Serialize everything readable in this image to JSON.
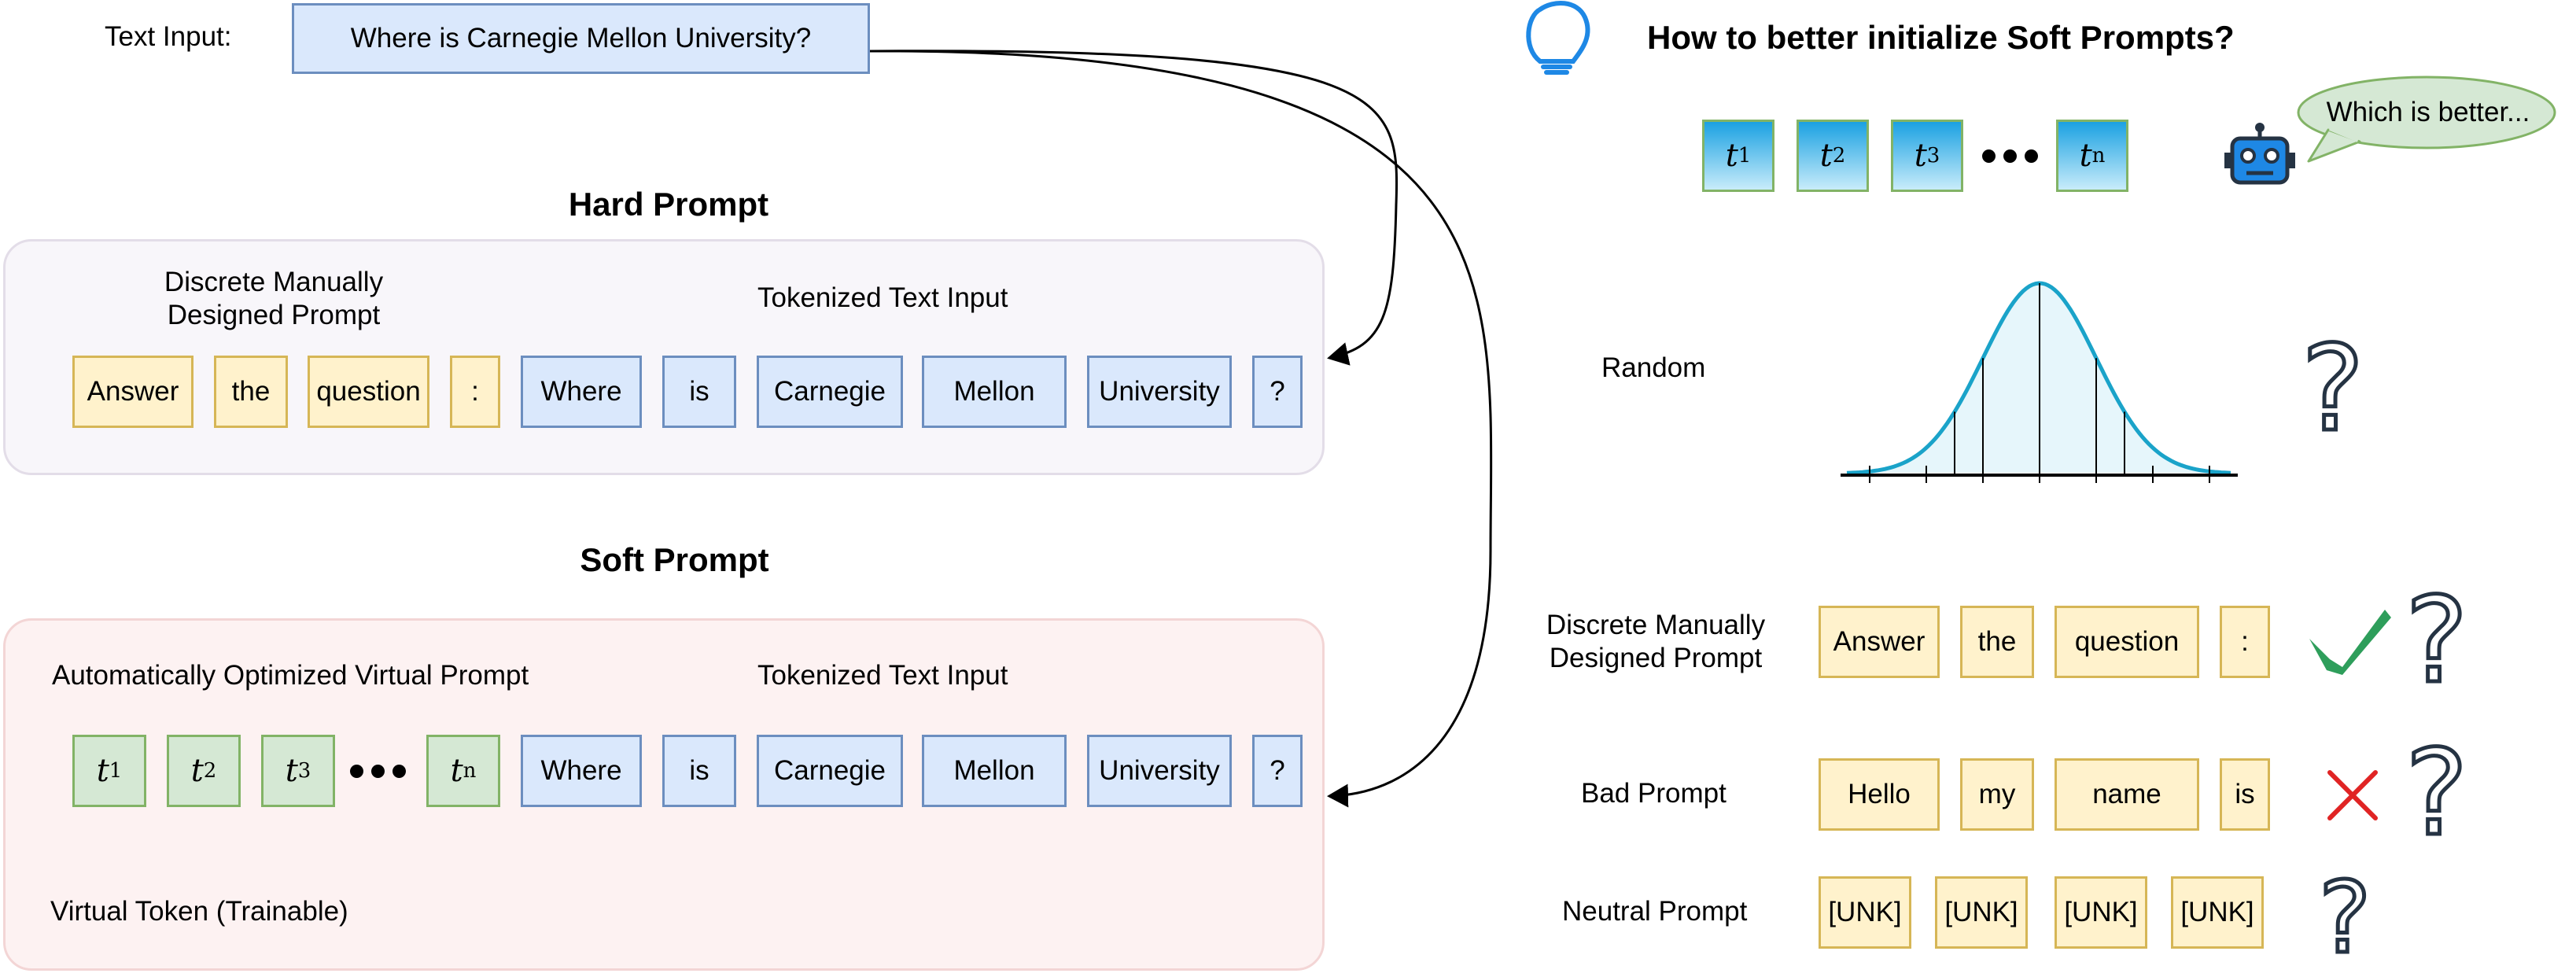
{
  "top": {
    "text_input_label": "Text Input:",
    "text_input_value": "Where is Carnegie Mellon University?"
  },
  "hard": {
    "title": "Hard Prompt",
    "prompt_label": "Discrete Manually\nDesigned Prompt",
    "tokenized_label": "Tokenized Text Input",
    "prompt_tokens": [
      "Answer",
      "the",
      "question",
      ":"
    ],
    "input_tokens": [
      "Where",
      "is",
      "Carnegie",
      "Mellon",
      "University",
      "?"
    ]
  },
  "soft": {
    "title": "Soft Prompt",
    "prompt_label": "Automatically Optimized Virtual Prompt",
    "tokenized_label": "Tokenized Text Input",
    "virtual_tokens": [
      {
        "base": "t",
        "sub": "1"
      },
      {
        "base": "t",
        "sub": "2"
      },
      {
        "base": "t",
        "sub": "3"
      },
      {
        "base": "t",
        "sub": "n"
      }
    ],
    "input_tokens": [
      "Where",
      "is",
      "Carnegie",
      "Mellon",
      "University",
      "?"
    ],
    "virtual_token_note": "Virtual Token (Trainable)"
  },
  "right": {
    "title": "How to better initialize Soft Prompts?",
    "speech": "Which is better...",
    "soft_tokens": [
      {
        "base": "t",
        "sub": "1"
      },
      {
        "base": "t",
        "sub": "2"
      },
      {
        "base": "t",
        "sub": "3"
      },
      {
        "base": "t",
        "sub": "n"
      }
    ],
    "rows": {
      "random": "Random",
      "discrete": "Discrete Manually\nDesigned Prompt",
      "bad": "Bad Prompt",
      "neutral": "Neutral Prompt"
    },
    "discrete_tokens": [
      "Answer",
      "the",
      "question",
      ":"
    ],
    "bad_tokens": [
      "Hello",
      "my",
      "name",
      "is"
    ],
    "neutral_tokens": [
      "[UNK]",
      "[UNK]",
      "[UNK]",
      "[UNK]"
    ],
    "question_mark": "?"
  },
  "colors": {
    "yellow_fill": "#fff2cc",
    "yellow_border": "#d6b656",
    "blue_fill": "#dae8fc",
    "blue_border": "#6c8ebf",
    "green_fill": "#d5e8d4",
    "green_border": "#82b366",
    "check": "#2e9e5b",
    "cross": "#e02424",
    "curve": "#1aa3c9"
  },
  "icons": [
    "lightbulb-icon",
    "robot-icon",
    "check-icon",
    "cross-icon",
    "question-icon"
  ]
}
